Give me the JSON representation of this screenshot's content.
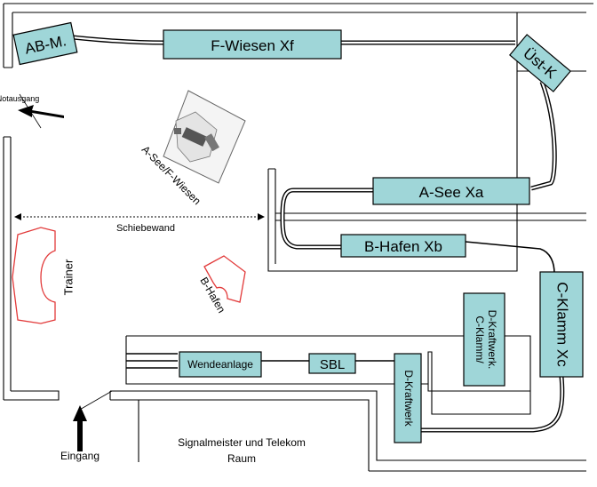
{
  "stations": {
    "ab_m": "AB-M.",
    "f_wiesen": "F-Wiesen Xf",
    "ust_k": "Üst-K",
    "a_see": "A-See Xa",
    "b_hafen": "B-Hafen Xb",
    "c_klamm": "C-Klamm Xc",
    "wendeanlage": "Wendeanlage",
    "sbl": "SBL",
    "d_kraftwerk": "D-Kraftwerk",
    "c_klamm_d_kraftwerk_line1": "C-Klamm/",
    "c_klamm_d_kraftwerk_line2": "D-Kraftwerk."
  },
  "labels": {
    "notausgang": "Notausgang",
    "schiebewand": "Schiebewand",
    "a_see_f_wiesen": "A-See/F-Wiesen",
    "trainer": "Trainer",
    "b_hafen_desk": "B-Hafen",
    "eingang": "Eingang",
    "signalmeister_line1": "Signalmeister und Telekom",
    "signalmeister_line2": "Raum"
  },
  "colors": {
    "station_fill": "#9fd6d8",
    "desk_outline": "#e23a3a",
    "wall": "#000000"
  }
}
